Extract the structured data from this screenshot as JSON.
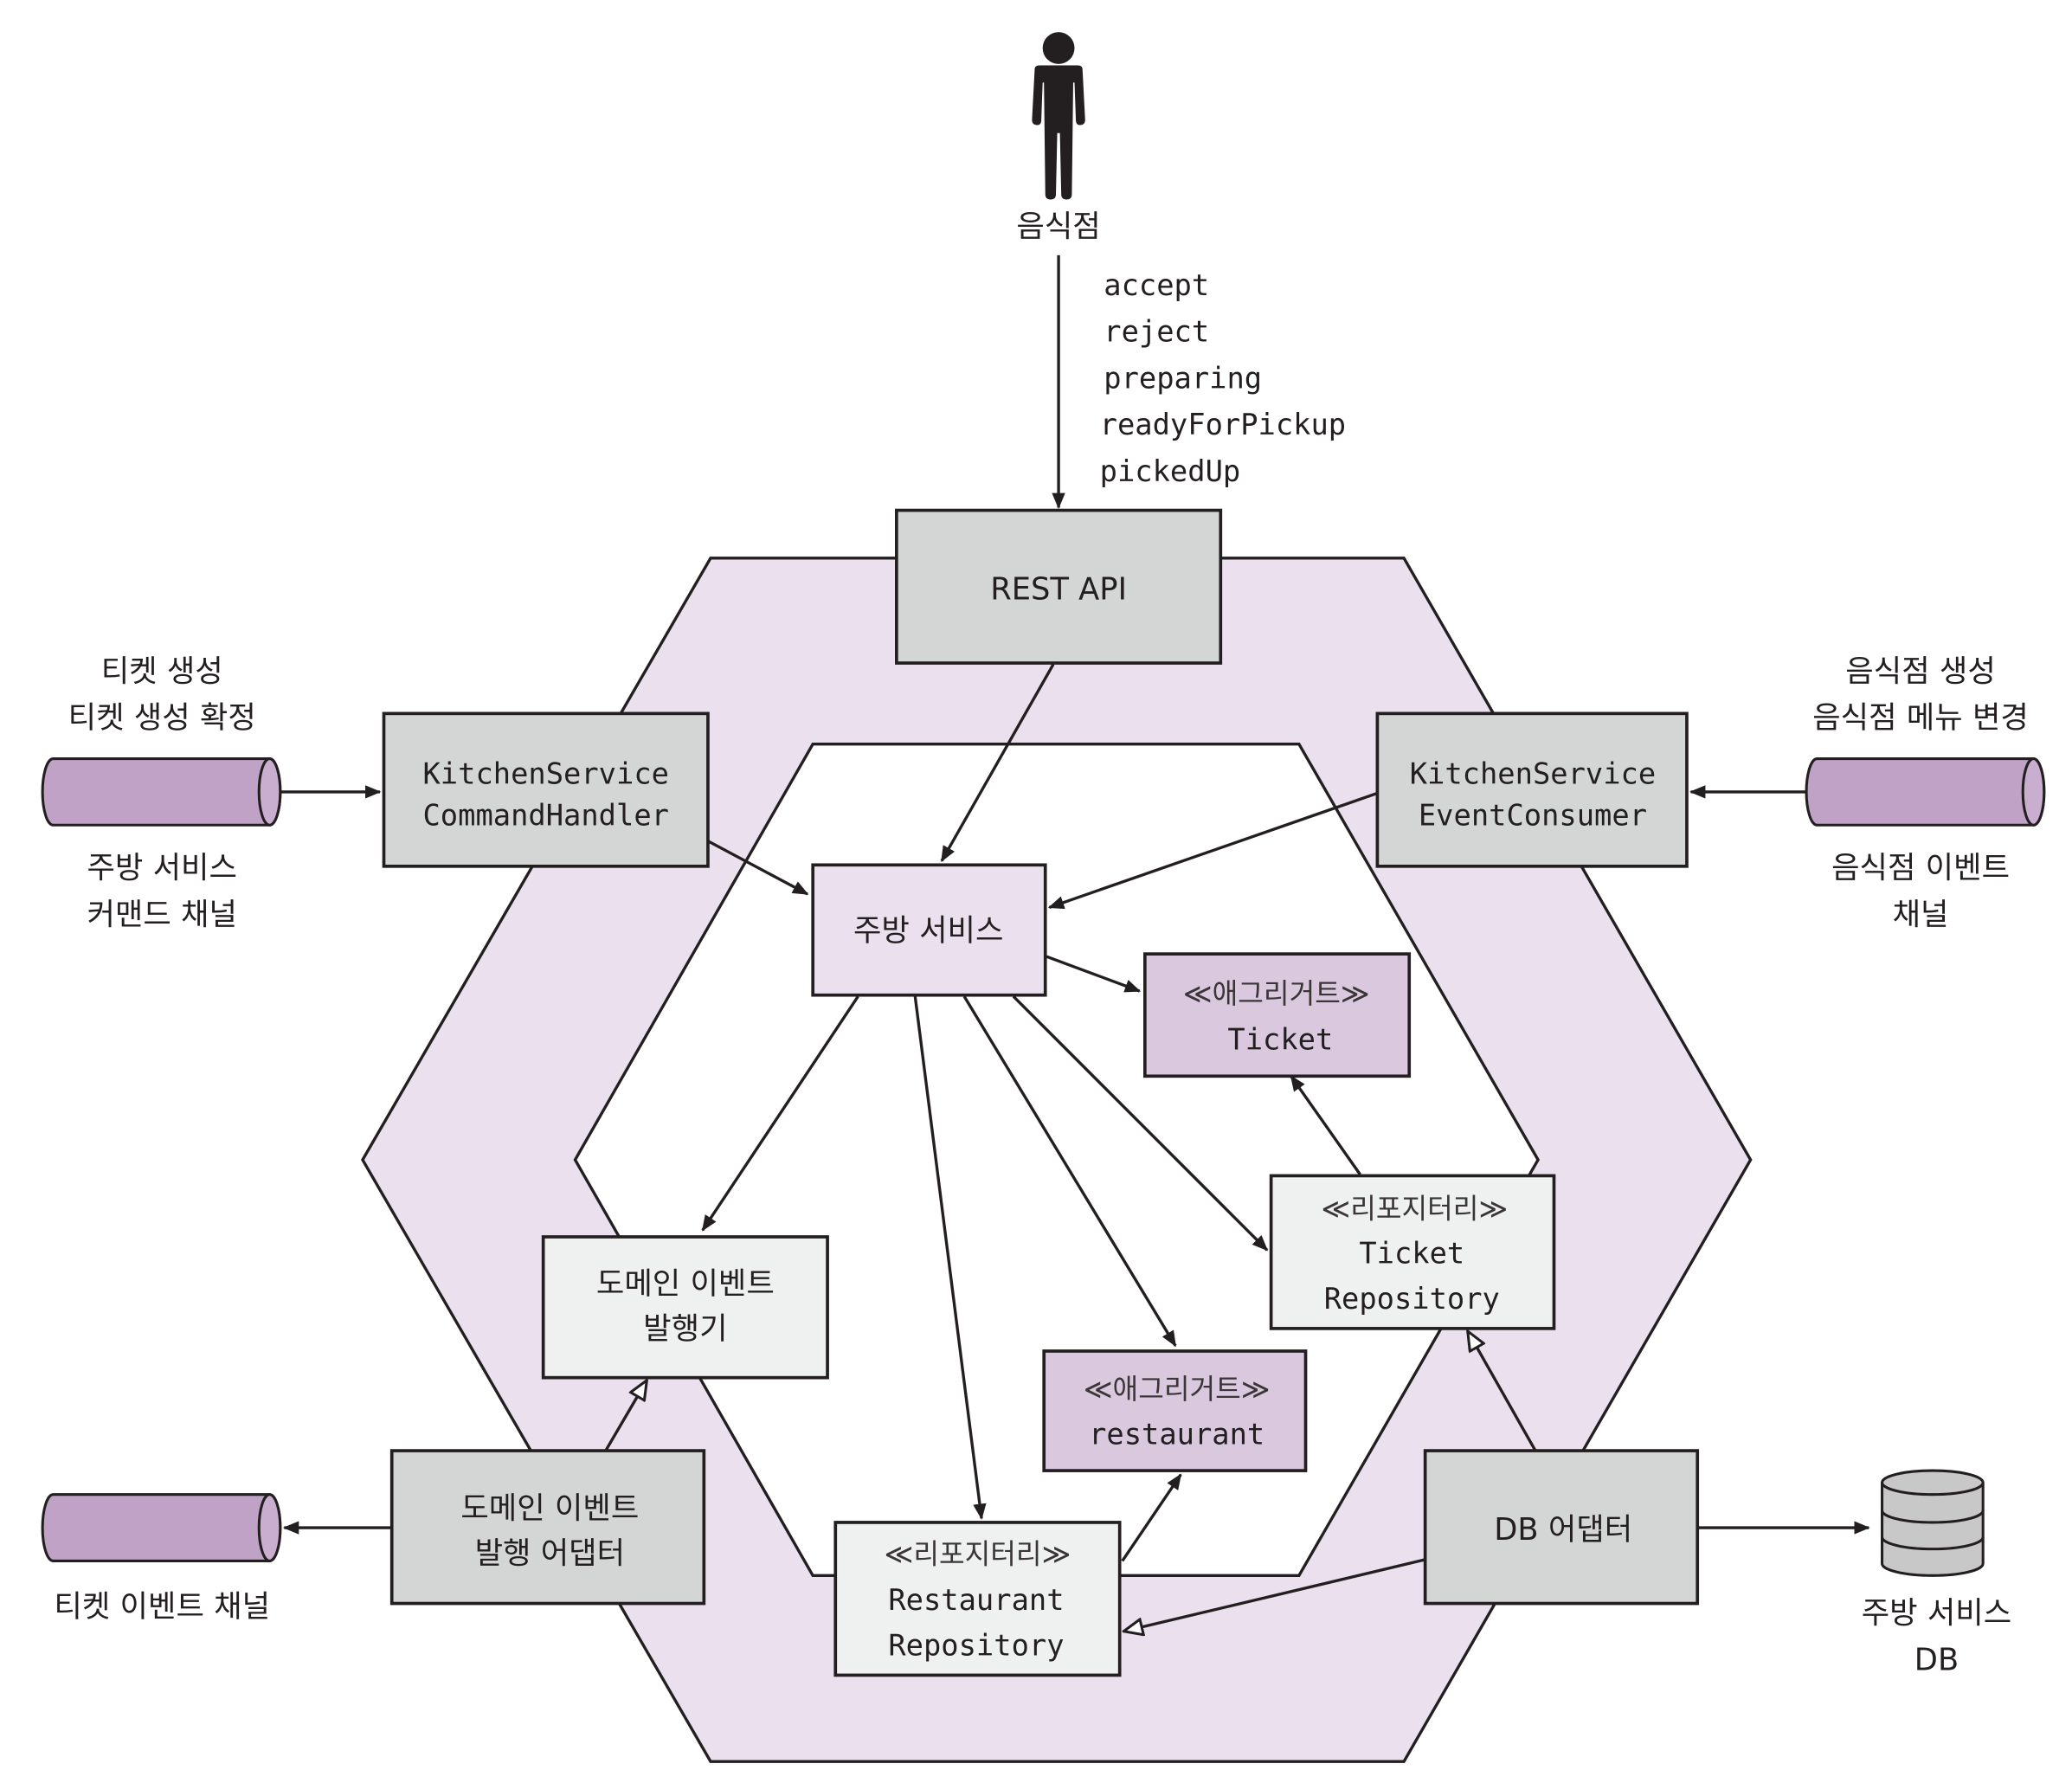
{
  "colors": {
    "outer_hexagon": "#ebe1ee",
    "inner_hexagon": "#ffffff",
    "adapter_box": "#d4d6d6",
    "service_box": "#ebe1ee",
    "aggregate_box": "#d9c8de",
    "domain_box": "#eff0f0",
    "channel": "#bfa2c6",
    "db": "#c8c8c8",
    "line": "#231f20"
  },
  "actor": {
    "icon": "person-icon",
    "label": "음식점"
  },
  "rest_commands": [
    "accept",
    "reject",
    "preparing",
    "readyForPickup",
    "pickedUp"
  ],
  "boxes": {
    "rest_api": {
      "lines": [
        "REST API"
      ]
    },
    "command_handler": {
      "lines": [
        "KitchenService",
        "CommandHandler"
      ]
    },
    "event_consumer": {
      "lines": [
        "KitchenService",
        "EventConsumer"
      ]
    },
    "kitchen_service": {
      "lines": [
        "주방 서비스"
      ]
    },
    "ticket_aggregate": {
      "stereotype": "≪애그리거트≫",
      "lines": [
        "Ticket"
      ]
    },
    "ticket_repository": {
      "stereotype": "≪리포지터리≫",
      "lines": [
        "Ticket",
        "Repository"
      ]
    },
    "restaurant_aggregate": {
      "stereotype": "≪애그리거트≫",
      "lines": [
        "restaurant"
      ]
    },
    "restaurant_repository": {
      "stereotype": "≪리포지터리≫",
      "lines": [
        "Restaurant",
        "Repository"
      ]
    },
    "domain_event_publisher": {
      "lines": [
        "도메인 이벤트",
        "발행기"
      ]
    },
    "domain_event_adapter": {
      "lines": [
        "도메인 이벤트",
        "발행 어댑터"
      ]
    },
    "db_adapter": {
      "lines": [
        "DB 어댑터"
      ]
    }
  },
  "channels": {
    "command_channel": {
      "messages": [
        "티켓 생성",
        "티켓 생성 확정"
      ],
      "name": [
        "주방 서비스",
        "커맨드 채널"
      ]
    },
    "restaurant_event_channel": {
      "messages": [
        "음식점 생성",
        "음식점 메뉴 변경"
      ],
      "name": [
        "음식점 이벤트",
        "채널"
      ]
    },
    "ticket_event_channel": {
      "name": [
        "티켓 이벤트 채널"
      ]
    }
  },
  "database": {
    "icon": "database-icon",
    "name": [
      "주방 서비스",
      "DB"
    ]
  }
}
